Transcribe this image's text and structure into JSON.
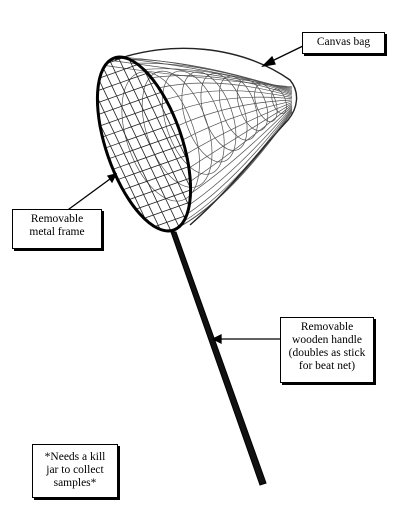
{
  "labels": {
    "canvas_bag": "Canvas bag",
    "metal_frame": [
      "Removable",
      "metal frame"
    ],
    "wooden_handle": [
      "Removable",
      "wooden handle",
      "(doubles as stick",
      "for beat net)"
    ],
    "kill_jar_note": [
      "*Needs a kill",
      "jar to collect",
      "samples*"
    ]
  },
  "colors": {
    "ink": "#000000",
    "mesh": "#333333",
    "background": "#ffffff"
  }
}
